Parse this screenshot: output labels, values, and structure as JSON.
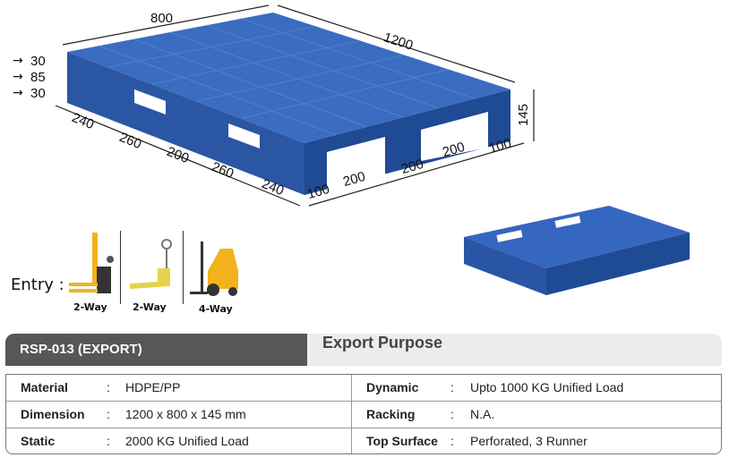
{
  "dimensions": {
    "width_top": "800",
    "length_top": "1200",
    "height_side": "145",
    "layers": [
      "30",
      "85",
      "30"
    ],
    "front_segments": [
      "240",
      "260",
      "200",
      "260",
      "240"
    ],
    "side_segments": [
      "100",
      "200",
      "200",
      "200",
      "100"
    ]
  },
  "entry": {
    "label": "Entry :",
    "options": [
      {
        "icon": "stacker-icon",
        "label": "2-Way"
      },
      {
        "icon": "pallet-jack-icon",
        "label": "2-Way"
      },
      {
        "icon": "forklift-icon",
        "label": "4-Way"
      }
    ]
  },
  "header": {
    "model": "RSP-013 (EXPORT)",
    "purpose": "Export Purpose"
  },
  "specs": [
    [
      {
        "label": "Material",
        "value": "HDPE/PP"
      },
      {
        "label": "Dynamic",
        "value": "Upto 1000 KG Unified Load"
      }
    ],
    [
      {
        "label": "Dimension",
        "value": "1200 x 800 x 145 mm"
      },
      {
        "label": "Racking",
        "value": "N.A."
      }
    ],
    [
      {
        "label": "Static",
        "value": "2000 KG Unified Load"
      },
      {
        "label": "Top Surface",
        "value": "Perforated, 3 Runner"
      }
    ]
  ],
  "colors": {
    "pallet": "#2f5fb0",
    "header_dark": "#575757",
    "header_light": "#ececec",
    "forklift": "#f2b21c"
  }
}
